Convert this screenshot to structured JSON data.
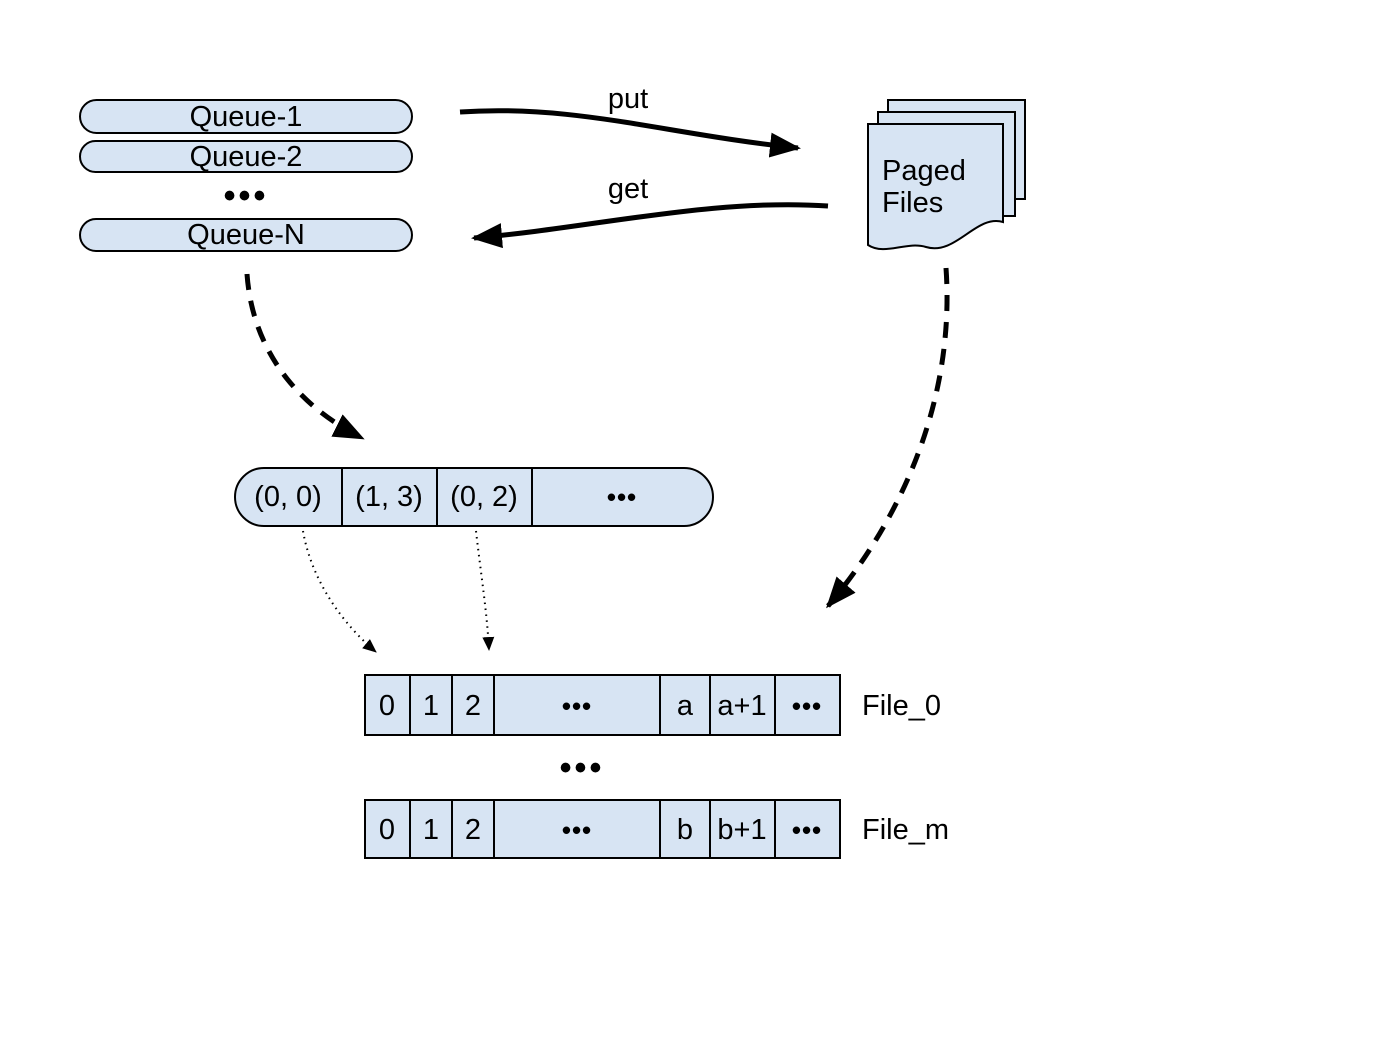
{
  "colors": {
    "shape_fill": "#d7e4f3",
    "stroke": "#000000",
    "background": "#ffffff"
  },
  "queues": {
    "items": [
      {
        "label": "Queue-1"
      },
      {
        "label": "Queue-2"
      },
      {
        "label": "Queue-N"
      }
    ],
    "ellipsis": "•••"
  },
  "flows": {
    "put_label": "put",
    "get_label": "get"
  },
  "paged_files": {
    "label_line1": "Paged",
    "label_line2": "Files"
  },
  "index_row": {
    "cells": [
      "(0, 0)",
      "(1, 3)",
      "(0, 2)",
      "•••"
    ]
  },
  "files": {
    "separator_ellipsis": "•••",
    "file0": {
      "label": "File_0",
      "cells": [
        "0",
        "1",
        "2",
        "•••",
        "a",
        "a+1",
        "•••"
      ]
    },
    "filem": {
      "label": "File_m",
      "cells": [
        "0",
        "1",
        "2",
        "•••",
        "b",
        "b+1",
        "•••"
      ]
    }
  }
}
